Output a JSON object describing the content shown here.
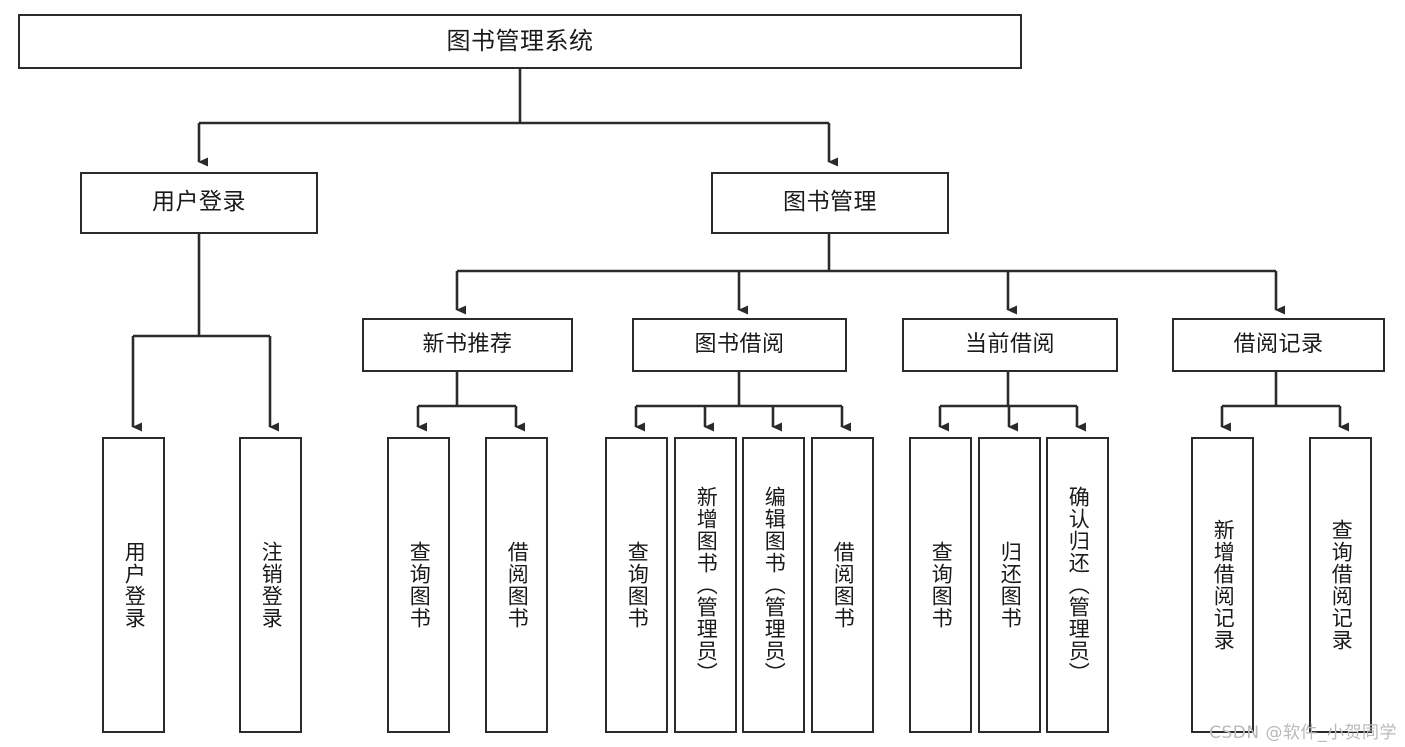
{
  "diagram": {
    "type": "tree",
    "orientation": "top-down",
    "title": "图书管理系统",
    "watermark": "CSDN @软件_小贺同学",
    "colors": {
      "box_border": "#2b2b2b",
      "box_fill": "#ffffff",
      "connector": "#2b2b2b",
      "text": "#1a1a1a",
      "watermark": "#b9b9b9",
      "background": "#ffffff"
    },
    "nodes": {
      "root": {
        "label": "图书管理系统",
        "level": 1
      },
      "user_login": {
        "label": "用户登录",
        "level": 2
      },
      "book_manage": {
        "label": "图书管理",
        "level": 2
      },
      "new_book_rec": {
        "label": "新书推荐",
        "level": 3
      },
      "book_borrow": {
        "label": "图书借阅",
        "level": 3
      },
      "current_borrow": {
        "label": "当前借阅",
        "level": 3
      },
      "borrow_record": {
        "label": "借阅记录",
        "level": 3
      },
      "leaf_user_login": {
        "label": "用户登录",
        "level": 4
      },
      "leaf_logout": {
        "label": "注销登录",
        "level": 4
      },
      "leaf_query_book_1": {
        "label": "查询图书",
        "level": 4
      },
      "leaf_borrow_book_1": {
        "label": "借阅图书",
        "level": 4
      },
      "leaf_query_book_2": {
        "label": "查询图书",
        "level": 4
      },
      "leaf_add_book": {
        "label": "新增图书（管理员）",
        "level": 4
      },
      "leaf_edit_book": {
        "label": "编辑图书（管理员）",
        "level": 4
      },
      "leaf_borrow_book_2": {
        "label": "借阅图书",
        "level": 4
      },
      "leaf_query_book_3": {
        "label": "查询图书",
        "level": 4
      },
      "leaf_return_book": {
        "label": "归还图书",
        "level": 4
      },
      "leaf_confirm_return": {
        "label": "确认归还（管理员）",
        "level": 4
      },
      "leaf_add_record": {
        "label": "新增借阅记录",
        "level": 4
      },
      "leaf_query_record": {
        "label": "查询借阅记录",
        "level": 4
      }
    },
    "edges": [
      {
        "from": "root",
        "to": "user_login"
      },
      {
        "from": "root",
        "to": "book_manage"
      },
      {
        "from": "user_login",
        "to": "leaf_user_login"
      },
      {
        "from": "user_login",
        "to": "leaf_logout"
      },
      {
        "from": "book_manage",
        "to": "new_book_rec"
      },
      {
        "from": "book_manage",
        "to": "book_borrow"
      },
      {
        "from": "book_manage",
        "to": "current_borrow"
      },
      {
        "from": "book_manage",
        "to": "borrow_record"
      },
      {
        "from": "new_book_rec",
        "to": "leaf_query_book_1"
      },
      {
        "from": "new_book_rec",
        "to": "leaf_borrow_book_1"
      },
      {
        "from": "book_borrow",
        "to": "leaf_query_book_2"
      },
      {
        "from": "book_borrow",
        "to": "leaf_add_book"
      },
      {
        "from": "book_borrow",
        "to": "leaf_edit_book"
      },
      {
        "from": "book_borrow",
        "to": "leaf_borrow_book_2"
      },
      {
        "from": "current_borrow",
        "to": "leaf_query_book_3"
      },
      {
        "from": "current_borrow",
        "to": "leaf_return_book"
      },
      {
        "from": "current_borrow",
        "to": "leaf_confirm_return"
      },
      {
        "from": "borrow_record",
        "to": "leaf_add_record"
      },
      {
        "from": "borrow_record",
        "to": "leaf_query_record"
      }
    ]
  }
}
